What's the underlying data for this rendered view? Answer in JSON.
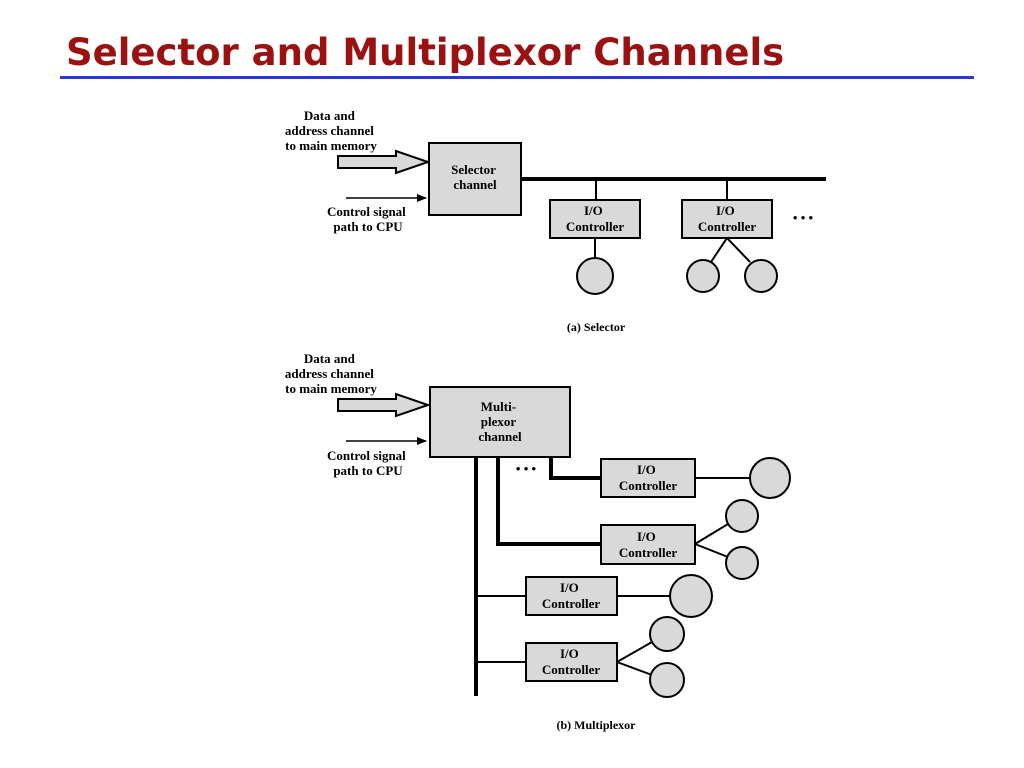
{
  "slide": {
    "title": "Selector and Multiplexor Channels"
  },
  "selector": {
    "data_label": [
      "Data and",
      "address channel",
      "to main memory"
    ],
    "control_label": [
      "Control signal",
      "path to CPU"
    ],
    "channel_label": [
      "Selector",
      "channel"
    ],
    "controllers": [
      {
        "label": [
          "I/O",
          "Controller"
        ]
      },
      {
        "label": [
          "I/O",
          "Controller"
        ]
      }
    ],
    "ellipsis": "• • •",
    "caption": "(a) Selector"
  },
  "multiplexor": {
    "data_label": [
      "Data and",
      "address channel",
      "to main memory"
    ],
    "control_label": [
      "Control signal",
      "path to CPU"
    ],
    "channel_label": [
      "Multi-",
      "plexor",
      "channel"
    ],
    "controllers": [
      {
        "label": [
          "I/O",
          "Controller"
        ]
      },
      {
        "label": [
          "I/O",
          "Controller"
        ]
      },
      {
        "label": [
          "I/O",
          "Controller"
        ]
      },
      {
        "label": [
          "I/O",
          "Controller"
        ]
      }
    ],
    "ellipsis": "• • •",
    "caption": "(b) Multiplexor"
  },
  "colors": {
    "title": "#9b1111",
    "rule": "#2a3ad0",
    "box_fill": "#d9d9d9"
  }
}
